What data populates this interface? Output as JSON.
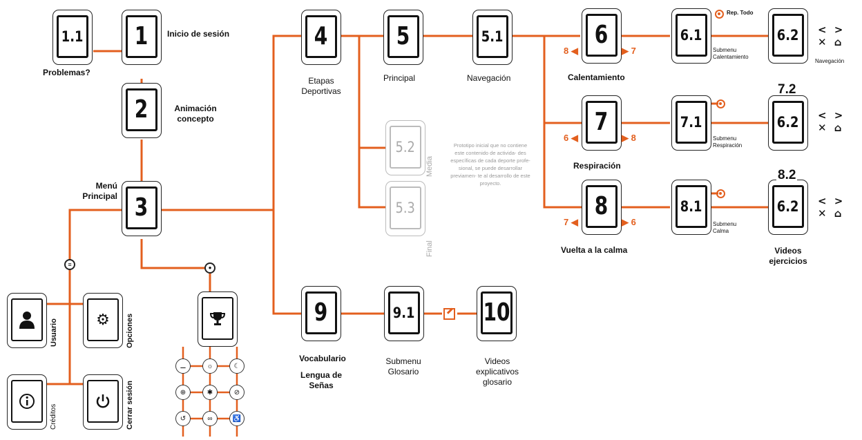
{
  "screens": {
    "s1_1": "1.1",
    "s1": "1",
    "s2": "2",
    "s3": "3",
    "s4": "4",
    "s5": "5",
    "s5_1": "5.1",
    "s5_2": "5.2",
    "s5_3": "5.3",
    "s6": "6",
    "s6_1": "6.1",
    "s6_2": "6.2",
    "s7": "7",
    "s7_1": "7.1",
    "s7_2_top": "7.2",
    "s7_2": "6.2",
    "s8": "8",
    "s8_1": "8.1",
    "s8_2_top": "8.2",
    "s8_2": "6.2",
    "s9": "9",
    "s9_1": "9.1",
    "s10": "10"
  },
  "labels": {
    "inicio": "Inicio de sesión",
    "problemas": "Problemas?",
    "animacion": "Animación concepto",
    "menu": "Menú Principal",
    "etapas": "Etapas Deportivas",
    "principal": "Principal",
    "navegacion": "Navegación",
    "calentamiento": "Calentamiento",
    "respiracion": "Respiración",
    "vuelta": "Vuelta a la calma",
    "rep_todo": "Rep. Todo",
    "sub_calent": "Submenu Calentamiento",
    "sub_resp": "Submenu Respiración",
    "sub_calma": "Submenu Calma",
    "nav_small": "Navegación",
    "videos_ej": "Videos ejercicios",
    "vocabulario": "Vocabulario",
    "lengua": "Lengua de Señas",
    "sub_glosario": "Submenu Glosario",
    "videos_exp": "Videos explicativos glosario",
    "media": "Media",
    "final": "Final",
    "usuario": "Usuario",
    "opciones": "Opciones",
    "creditos": "Créditos",
    "cerrar": "Cerrar sesión",
    "note": "Prototipo inicial que no contiene este contenido de activida- des específicas de cada deporte profe- sional, se puede desarrollar previamen- te al desarrollo de este proyecto."
  },
  "arrows": {
    "a6l": "8 ◀",
    "a6r": "▶ 7",
    "a7l": "6 ◀",
    "a7r": "▶ 8",
    "a8l": "7 ◀",
    "a8r": "▶ 6"
  },
  "nav_symbols": {
    "row1": "< >",
    "row2": "✕ ⌂"
  },
  "colors": {
    "accent": "#e35f1e",
    "ink": "#111111",
    "ghost": "#aaaaaa"
  }
}
